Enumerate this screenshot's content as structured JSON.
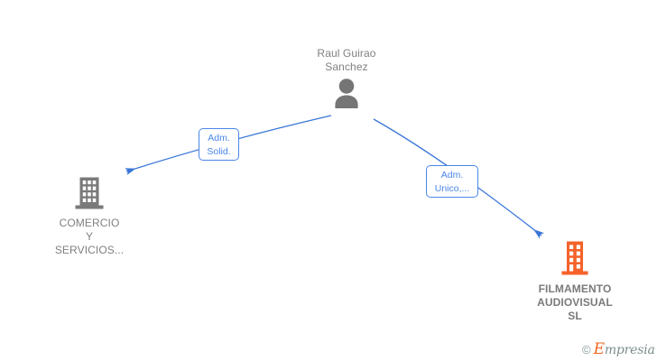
{
  "diagram": {
    "type": "corporate-relationship-graph",
    "background_color": "#ffffff",
    "edge_color": "#3a76d8",
    "person_icon_color": "#757575",
    "company_gray_color": "#7a7a7a",
    "company_orange_color": "#f4622a",
    "label_text_color": "#4a86e8"
  },
  "person": {
    "name": "Raul Guirao\nSanchez",
    "icon": "person-icon"
  },
  "companies": [
    {
      "id": "comercio",
      "name": "COMERCIO\nY\nSERVICIOS...",
      "icon": "building-icon",
      "color": "#7a7a7a",
      "bold": false
    },
    {
      "id": "filmamento",
      "name": "FILMAMENTO\nAUDIOVISUAL\nSL",
      "icon": "building-icon",
      "color": "#f4622a",
      "bold": true
    }
  ],
  "relations": [
    {
      "id": "rel-1",
      "label": "Adm.\nSolid.",
      "from": "person",
      "to": "comercio"
    },
    {
      "id": "rel-2",
      "label": "Adm.\nUnico,...",
      "from": "person",
      "to": "filmamento"
    }
  ],
  "watermark": {
    "copyright": "©",
    "brand_cap": "E",
    "brand_rest": "mpresia"
  }
}
